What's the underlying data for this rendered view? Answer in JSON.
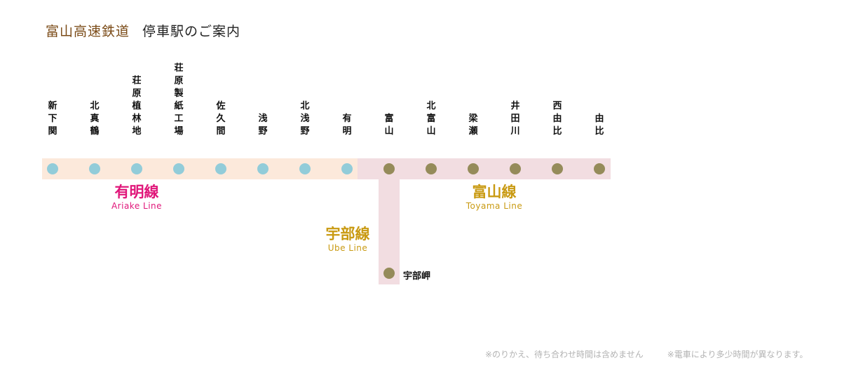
{
  "title": {
    "company": "富山高速鉄道",
    "subtitle": "停車駅のご案内"
  },
  "colors": {
    "ariake_band": "#fce9db",
    "toyama_band": "#f2dde1",
    "ariake_dot": "#92ccd9",
    "toyama_dot": "#958b5a",
    "ariake_label": "#e0177a",
    "toyama_label": "#c99a12",
    "ube_label": "#c99a12"
  },
  "stations": [
    {
      "name": "新下関",
      "line": "ariake"
    },
    {
      "name": "北真鶴",
      "line": "ariake"
    },
    {
      "name": "荘原植林地",
      "line": "ariake"
    },
    {
      "name": "荘原製紙工場",
      "line": "ariake"
    },
    {
      "name": "佐久間",
      "line": "ariake"
    },
    {
      "name": "浅野",
      "line": "ariake"
    },
    {
      "name": "北浅野",
      "line": "ariake"
    },
    {
      "name": "有明",
      "line": "ariake"
    },
    {
      "name": "富山",
      "line": "toyama"
    },
    {
      "name": "北富山",
      "line": "toyama"
    },
    {
      "name": "梁瀬",
      "line": "toyama"
    },
    {
      "name": "井田川",
      "line": "toyama"
    },
    {
      "name": "西由比",
      "line": "toyama"
    },
    {
      "name": "由比",
      "line": "toyama"
    }
  ],
  "ube_station": {
    "name": "宇部岬",
    "line": "ube"
  },
  "lines": {
    "ariake": {
      "name_jp": "有明線",
      "name_en": "Ariake Line"
    },
    "toyama": {
      "name_jp": "富山線",
      "name_en": "Toyama Line"
    },
    "ube": {
      "name_jp": "宇部線",
      "name_en": "Ube Line"
    }
  },
  "notes": [
    "※のりかえ、待ち合わせ時間は含めません",
    "※電車により多少時間が異なります。"
  ]
}
